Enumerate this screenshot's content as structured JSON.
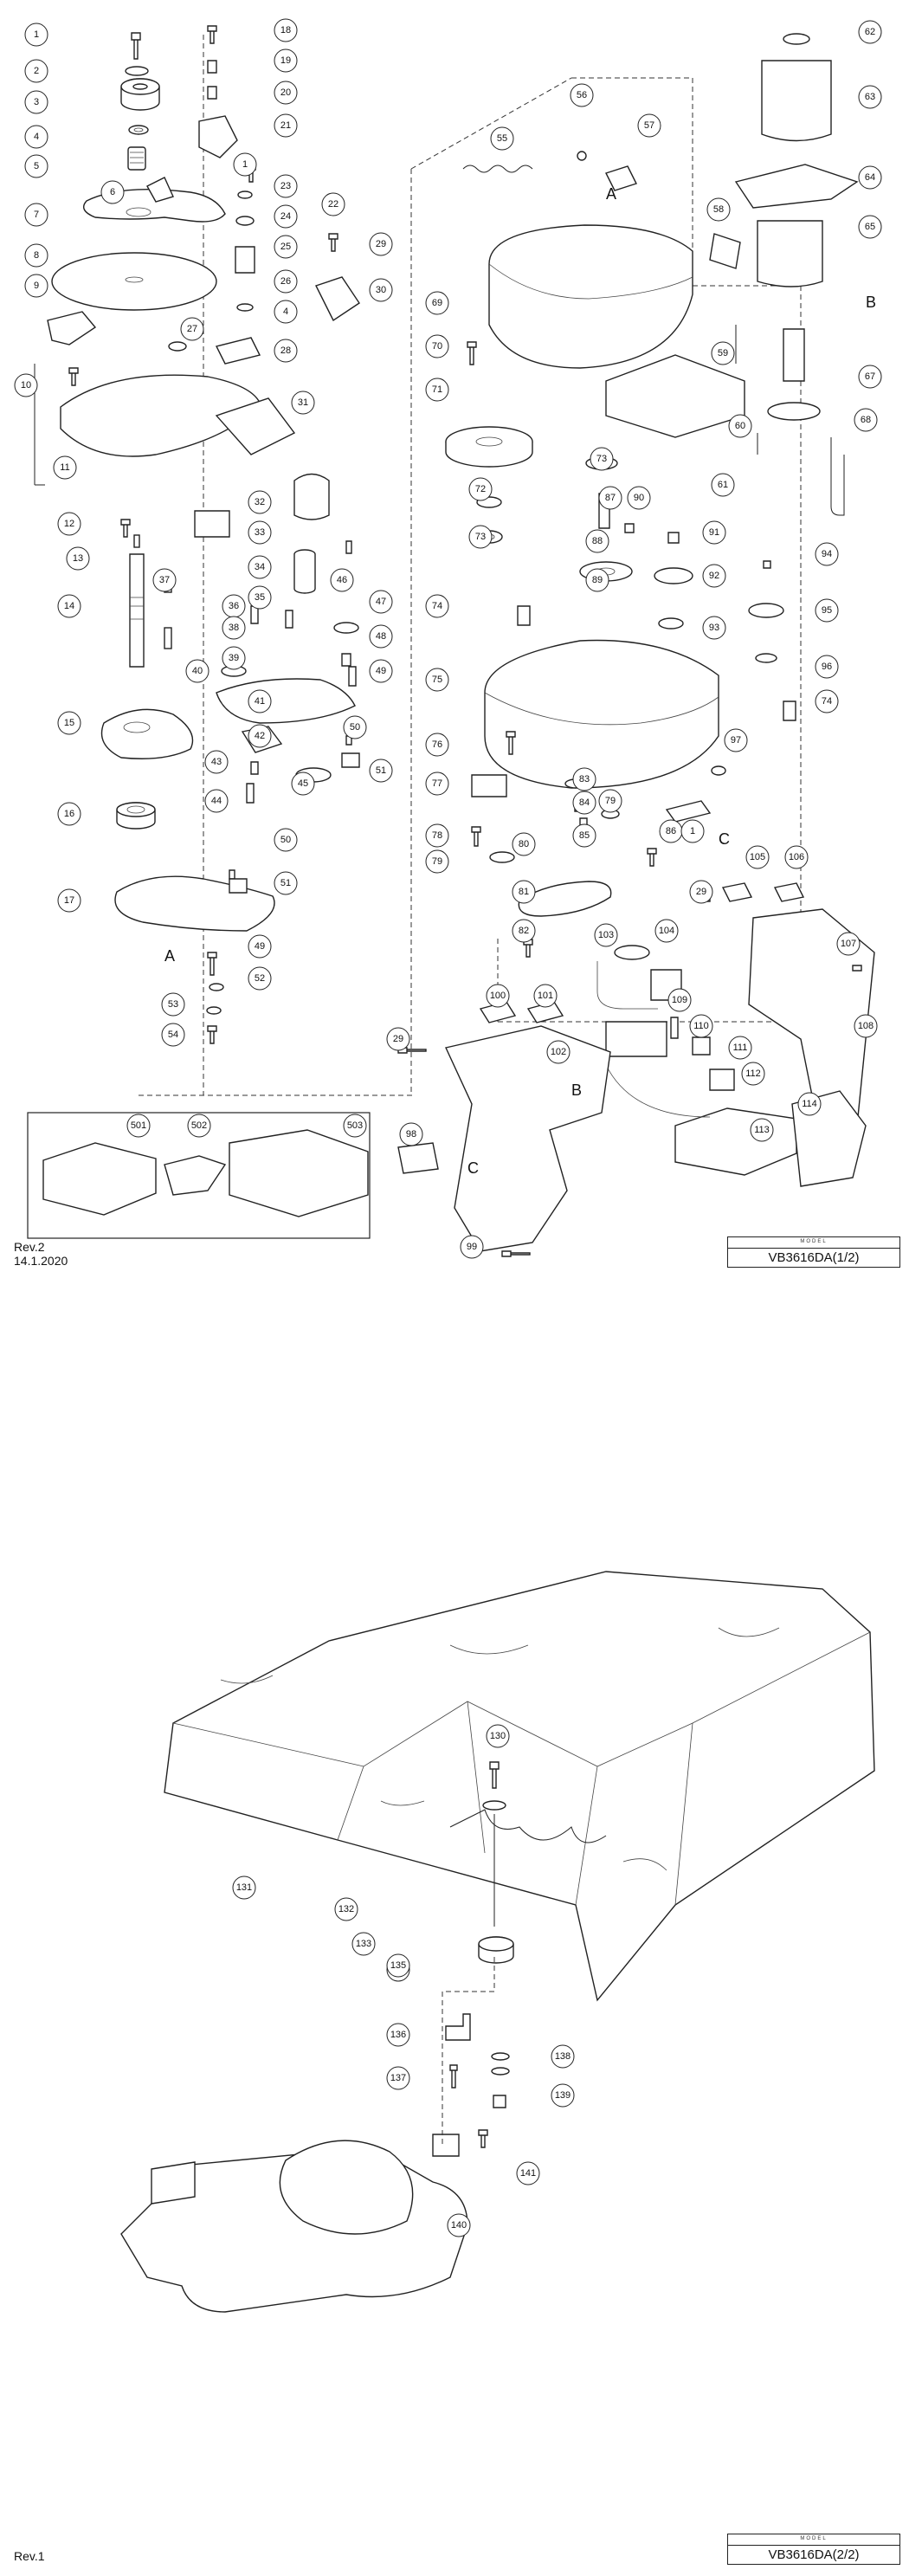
{
  "sheet1": {
    "model_caption": "MODEL",
    "model": "VB3616DA(1/2)",
    "revision": "Rev.2",
    "date": "14.1.2020"
  },
  "sheet2": {
    "model_caption": "MODEL",
    "model": "VB3616DA(2/2)",
    "revision": "Rev.1"
  },
  "letters": [
    "A",
    "A",
    "B",
    "B",
    "C",
    "C"
  ],
  "callouts_sheet1": [
    "1",
    "2",
    "3",
    "4",
    "5",
    "6",
    "7",
    "8",
    "9",
    "10",
    "11",
    "12",
    "13",
    "14",
    "15",
    "16",
    "17",
    "18",
    "19",
    "20",
    "21",
    "1",
    "23",
    "24",
    "22",
    "25",
    "26",
    "4",
    "27",
    "28",
    "29",
    "30",
    "31",
    "32",
    "33",
    "34",
    "35",
    "36",
    "37",
    "38",
    "39",
    "40",
    "41",
    "42",
    "43",
    "44",
    "45",
    "46",
    "47",
    "48",
    "49",
    "50",
    "51",
    "50",
    "51",
    "49",
    "52",
    "53",
    "54",
    "55",
    "56",
    "57",
    "58",
    "62",
    "63",
    "64",
    "65",
    "59",
    "67",
    "60",
    "68",
    "61",
    "69",
    "70",
    "71",
    "72",
    "73",
    "73",
    "87",
    "90",
    "91",
    "88",
    "92",
    "89",
    "93",
    "94",
    "95",
    "96",
    "74",
    "75",
    "74",
    "76",
    "77",
    "78",
    "79",
    "83",
    "84",
    "85",
    "79",
    "80",
    "81",
    "82",
    "97",
    "86",
    "1",
    "105",
    "106",
    "29",
    "103",
    "104",
    "107",
    "100",
    "101",
    "29",
    "102",
    "109",
    "110",
    "111",
    "112",
    "108",
    "114",
    "113",
    "98",
    "99",
    "501",
    "502",
    "503"
  ],
  "callouts_sheet2": [
    "131",
    "130",
    "132",
    "133",
    "134",
    "135",
    "136",
    "137",
    "138",
    "139",
    "140",
    "141"
  ]
}
